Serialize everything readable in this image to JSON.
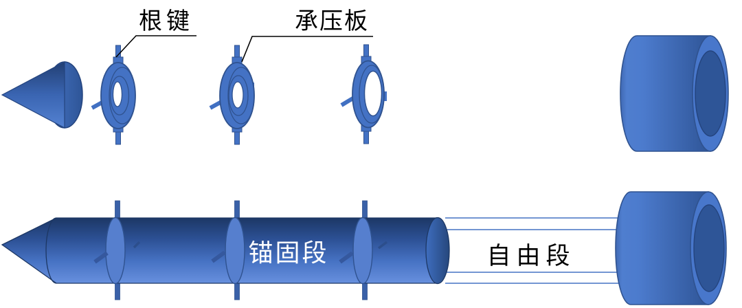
{
  "diagram": {
    "kind": "anchor-rod-assembly-diagram",
    "labels": {
      "root_key": "根键",
      "bearing_plate": "承压板",
      "anchored_segment": "锚固段",
      "free_segment": "自由段"
    },
    "palette": {
      "primary_blue": "#4472C4",
      "outline_blue": "#2F528F",
      "bore_dark_blue": "#2E5597",
      "gradient_navy": "#1C3765",
      "gradient_light": "#6890DE",
      "crescent_blue": "#567FCE",
      "pin_dark_blue": "#3A61A8",
      "leader_line": "#000000",
      "background": "#FFFFFF"
    }
  }
}
